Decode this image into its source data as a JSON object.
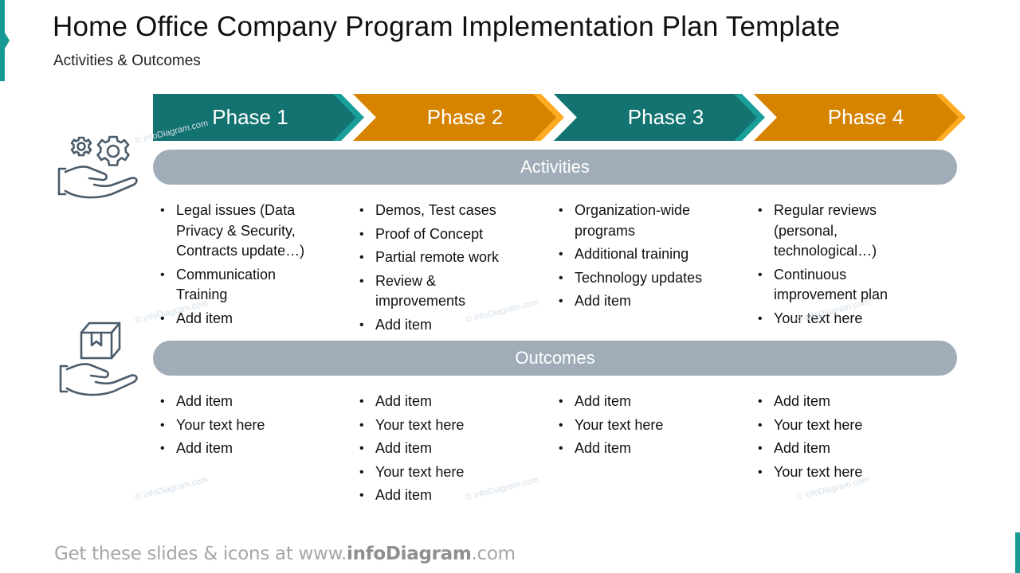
{
  "header": {
    "title": "Home Office Company Program Implementation Plan Template",
    "subtitle": "Activities & Outcomes"
  },
  "colors": {
    "teal": "#137370",
    "teal_edge": "#1a9e99",
    "orange": "#d68400",
    "orange_edge": "#ffab22",
    "bar_gray": "#a0adb9",
    "accent": "#179a94",
    "icon_stroke": "#4a5b6a"
  },
  "phases": [
    {
      "label": "Phase 1",
      "color": "teal"
    },
    {
      "label": "Phase 2",
      "color": "orange"
    },
    {
      "label": "Phase 3",
      "color": "teal"
    },
    {
      "label": "Phase 4",
      "color": "orange"
    }
  ],
  "sections": {
    "activities": {
      "label": "Activities",
      "icon": "gears-in-hand-icon",
      "columns": [
        [
          "Legal issues (Data Privacy & Security, Contracts update…)",
          "Communication Training",
          "Add item"
        ],
        [
          "Demos, Test cases",
          "Proof of Concept",
          "Partial remote work",
          "Review & improvements",
          "Add item"
        ],
        [
          "Organization-wide programs",
          "Additional training",
          "Technology updates",
          "Add item"
        ],
        [
          "Regular reviews (personal, technological…)",
          "Continuous improvement plan",
          "Your text here"
        ]
      ]
    },
    "outcomes": {
      "label": "Outcomes",
      "icon": "box-in-hand-icon",
      "columns": [
        [
          "Add item",
          "Your text here",
          "Add item"
        ],
        [
          "Add item",
          "Your text here",
          "Add item",
          "Your text here",
          "Add item"
        ],
        [
          "Add item",
          "Your text here",
          "Add item"
        ],
        [
          "Add item",
          "Your text here",
          "Add item",
          "Your text here"
        ]
      ]
    }
  },
  "watermark": "© infoDiagram.com",
  "footer": {
    "prefix": "Get these slides & icons at www.",
    "brand": "infoDiagram",
    "suffix": ".com"
  }
}
